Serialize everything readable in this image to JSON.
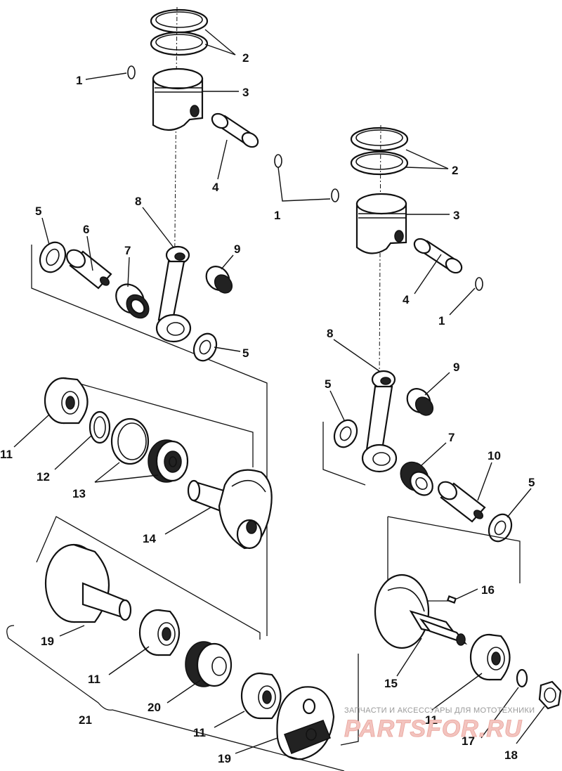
{
  "callouts": {
    "c1_left_top": "1",
    "c2_left": "2",
    "c3_left": "3",
    "c4_left": "4",
    "c1_mid": "1",
    "c2_right": "2",
    "c3_right": "3",
    "c4_right": "4",
    "c1_right": "1",
    "c5_left_top": "5",
    "c6": "6",
    "c7_left": "7",
    "c8_left": "8",
    "c9_left": "9",
    "c5_left_mid": "5",
    "c8_right": "8",
    "c9_right": "9",
    "c5_right_top": "5",
    "c7_right": "7",
    "c10": "10",
    "c5_right_bottom": "5",
    "c11_top": "11",
    "c12": "12",
    "c13": "13",
    "c14": "14",
    "c16": "16",
    "c15": "15",
    "c19_top": "19",
    "c11_mid": "11",
    "c20": "20",
    "c21": "21",
    "c11_low": "11",
    "c19_bottom": "19",
    "c11_right": "11",
    "c17": "17",
    "c18": "18"
  },
  "watermark": {
    "tagline": "ЗАПЧАСТИ И АКСЕССУАРЫ ДЛЯ МОТОТЕХНИКИ",
    "logo": "PARTSFOR.RU"
  }
}
